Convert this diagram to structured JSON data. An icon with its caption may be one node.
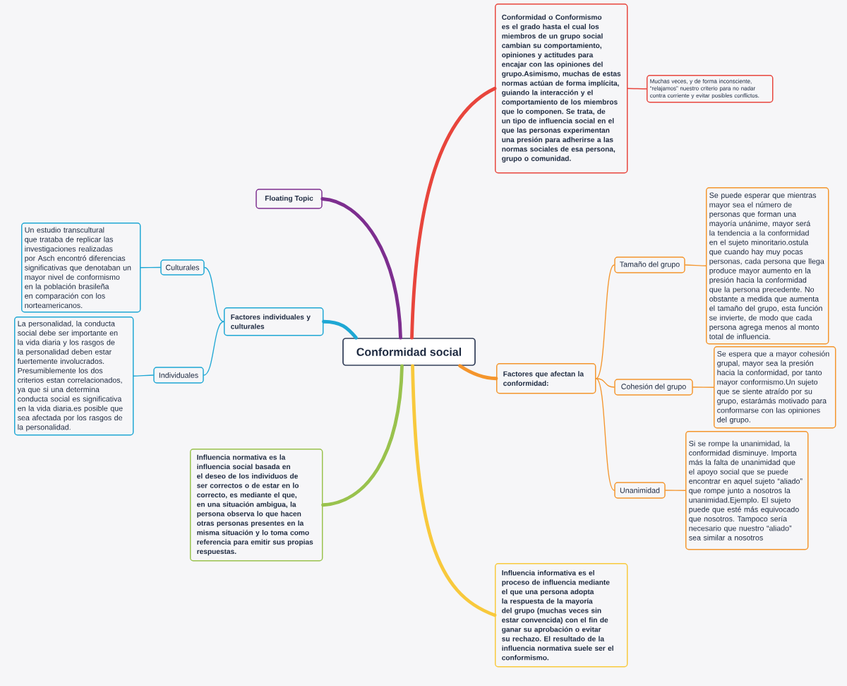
{
  "diagram": {
    "nodes": [
      {
        "text": [
          "Conformidad social"
        ]
      },
      {
        "text": [
          "Conformidad o Conformismo es el grado hasta el cual los miembros de un grupo social cambian su comportamiento, opiniones y actitudes para encajar con las opiniones del grupo.Asimismo, muchas de estas normas actúan de forma implícita, guiando la interacción y el comportamiento de los miembros que lo componen. Se trata, de un tipo de influencia social en el que las personas experimentan una presión para adherirse a las normas sociales de esa persona, grupo o comunidad."
        ]
      },
      {
        "text": [
          "Muchas veces, y de forma inconsciente, “relajamos” nuestro criterio para no nadar contra corriente y evitar posibles conflictos."
        ]
      },
      {
        "text": [
          "Floating Topic"
        ]
      },
      {
        "text": [
          "Factores individuales y culturales"
        ]
      },
      {
        "text": [
          "Culturales"
        ]
      },
      {
        "text": [
          "Un estudio transcultural que trataba de replicar las investigaciones realizadas por Asch encontró diferencias significativas que denotaban un mayor nivel de conformismo en la población brasileña en comparación con los norteamericanos."
        ]
      },
      {
        "text": [
          "Individuales"
        ]
      },
      {
        "text": [
          "La personalidad, la conducta social debe ser importante en la vida diaria y los rasgos de la personalidad deben estar fuertemente involucrados. Presumiblemente los dos criterios estan correlacionados, ya que si una determina conducta social es significativa en la vida diaria.es posible que sea afectada por los rasgos de la personalidad."
        ]
      },
      {
        "text": [
          "Factores que afectan la conformidad:"
        ]
      },
      {
        "text": [
          "Tamaño del grupo"
        ]
      },
      {
        "text": [
          "Se puede esperar que mientras mayor sea el número de personas que forman una mayoría unánime, mayor será la tendencia a la conformidad en el sujeto minoritario.ostula que cuando hay muy pocas personas, cada persona que llega produce mayor aumento en la presión hacia la conformidad que la persona precedente. No obstante a medida que aumenta el tamaño del grupo, esta función se invierte, de modo que cada persona agrega menos al monto total de influencia."
        ]
      },
      {
        "text": [
          "Cohesión del grupo"
        ]
      },
      {
        "text": [
          "Se espera que a mayor cohesión grupal, mayor sea la presión hacia la conformidad, por tanto mayor conformismo.Un sujeto que se siente atraído por su grupo, estarámás motivado para conformarse con las opiniones del grupo."
        ]
      },
      {
        "text": [
          "Unanimidad"
        ]
      },
      {
        "text": [
          "Si se rompe la unanimidad, la conformidad disminuye. Importa más la falta de unanimidad que el apoyo social que se puede encontrar en aquel sujeto “aliado” que rompe junto a nosotros la unanimidad.Ejemplo. El sujeto puede que esté más equivocado que nosotros. Tampoco sería necesario que nuestro “aliado” sea similar a nosotros"
        ]
      },
      {
        "text": [
          "Influencia normativa es la influencia social basada en el deseo de los individuos de ser correctos o de estar en lo correcto, es mediante el que, en una situación ambigua, la persona observa lo que hacen otras personas presentes en la misma situación y lo toma como referencia para emitir sus propias respuestas."
        ]
      },
      {
        "text": [
          "Influencia informativa es el proceso de influencia mediante el que una persona adopta la respuesta de la mayoría del grupo (muchas veces sin estar convencida) con el fin de ganar su aprobación o evitar su rechazo. El resultado de la influencia normativa suele ser el conformismo."
        ]
      }
    ],
    "edges": [
      {
        "from": 0,
        "to": 1,
        "arrow": "none",
        "style": "thick",
        "color": "#e8453c"
      },
      {
        "from": 1,
        "to": 2,
        "arrow": "none",
        "color": "#e8453c"
      },
      {
        "from": 0,
        "to": 3,
        "arrow": "none",
        "style": "thick",
        "color": "#7d2e8f"
      },
      {
        "from": 0,
        "to": 4,
        "arrow": "none",
        "style": "thick",
        "color": "#1ea7d4"
      },
      {
        "from": 4,
        "to": 5,
        "arrow": "none",
        "color": "#1ea7d4"
      },
      {
        "from": 5,
        "to": 6,
        "arrow": "none",
        "color": "#1ea7d4"
      },
      {
        "from": 4,
        "to": 7,
        "arrow": "none",
        "color": "#1ea7d4"
      },
      {
        "from": 7,
        "to": 8,
        "arrow": "none",
        "color": "#1ea7d4"
      },
      {
        "from": 0,
        "to": 9,
        "arrow": "none",
        "style": "thick"
      },
      {
        "from": 9,
        "to": 10,
        "arrow": "none"
      },
      {
        "from": 10,
        "to": 11,
        "arrow": "none"
      },
      {
        "from": 9,
        "to": 12,
        "arrow": "none"
      },
      {
        "from": 12,
        "to": 13,
        "arrow": "none"
      },
      {
        "from": 9,
        "to": 14,
        "arrow": "none"
      },
      {
        "from": 14,
        "to": 15,
        "arrow": "none"
      },
      {
        "from": 0,
        "to": 16,
        "arrow": "none",
        "style": "thick",
        "color": "#99c24d"
      },
      {
        "from": 0,
        "to": 17,
        "arrow": "none",
        "style": "thick",
        "color": "#f8c93c"
      }
    ]
  }
}
